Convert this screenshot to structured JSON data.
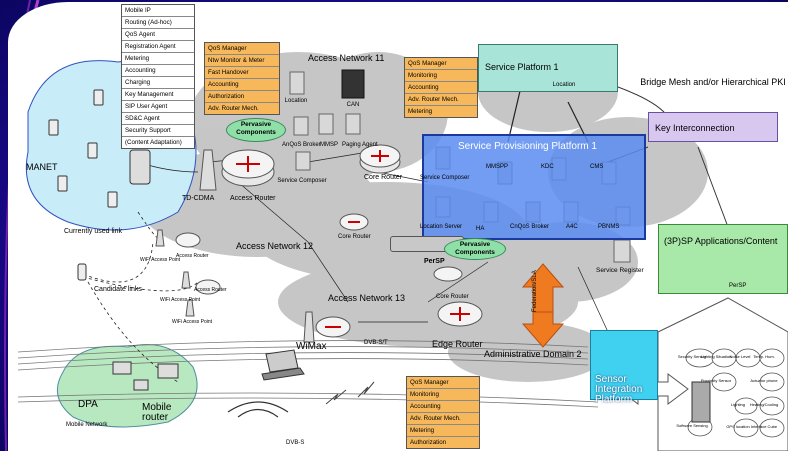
{
  "agent_stack": [
    "Mobile IP",
    "Routing (Ad-hoc)",
    "QoS Agent",
    "Registration Agent",
    "Metering",
    "Accounting",
    "Charging",
    "Key Management",
    "SIP User Agent",
    "SD&C Agent",
    "Security Support",
    "(Content Adaptation)"
  ],
  "access_router_stack": [
    "QoS Manager",
    "Ntw Monitor & Meter",
    "Fast Handover",
    "Accounting",
    "Authorization",
    "Adv. Router Mech."
  ],
  "core_router_stack": [
    "QoS Manager",
    "Monitoring",
    "Accounting",
    "Adv. Router Mech.",
    "Metering"
  ],
  "edge_router_stack": [
    "QoS Manager",
    "Monitoring",
    "Accounting",
    "Adv. Router Mech.",
    "Metering",
    "Authorization"
  ],
  "labels": {
    "manet": "MANET",
    "currently_used_link": "Currently used link",
    "candidate_links": "Candidate links",
    "td_cdma": "TD-CDMA",
    "access_router": "Access Router",
    "access_network_11": "Access Network 11",
    "access_network_12": "Access Network 12",
    "access_network_13": "Access Network 13",
    "pervasive_components": "Pervasive Components",
    "location": "Location",
    "can": "CAN",
    "anqos_broker": "AnQoS Broker",
    "mmsp": "MMSP",
    "paging_agent": "Paging Agent",
    "service_composer": "Service Composer",
    "core_router": "Core Router",
    "core_router_2": "Core Router",
    "wifi_ap_1": "WiFi Access Point",
    "access_router_small": "Access Router",
    "wifi_ap_2": "WiFi Access Point",
    "access_router_small_2": "Access Router",
    "wifi_ap_3": "WiFi Access Point",
    "wimax": "WiMax",
    "dvb_st": "DVB-S/T",
    "edge_router": "Edge Router",
    "core_router_3": "Core Router",
    "dpa": "DPA",
    "mobile_router": "Mobile router",
    "mobile_network": "Mobile Network",
    "dvb_s": "DVB-S",
    "service_platform_1": "Service Platform 1",
    "location_2": "Location",
    "bridge_mesh": "Bridge Mesh and/or Hierarchical PKI",
    "key_interconnection": "Key Interconnection",
    "spp_title": "Service Provisioning Platform 1",
    "spp_service_composer": "Service Composer",
    "spp_mmspp": "MMSPP",
    "spp_kdc": "KDC",
    "spp_cms": "CMS",
    "spp_location_server": "Location Server",
    "spp_ha": "HA",
    "spp_cnqos": "CnQoS Broker",
    "spp_a4c": "A4C",
    "spp_pbnms": "PBNMS",
    "persp": "PerSP",
    "persp_2": "PerSP",
    "service_register": "Service Register",
    "third_party": "(3P)SP Applications/Content",
    "federation": "Federation/SLA",
    "admin_domain": "Administrative Domain 2",
    "sensor_integration": "Sensor Integration Platform"
  },
  "sensors": [
    "Security Sensor",
    "Lighting Situation",
    "Noise Level",
    "Temp. Hum.",
    "Proximity Sensor",
    "Actuator phone",
    "Lighting",
    "Heating/Cooling",
    "Software Sensing",
    "GPS location",
    "Interface Cube"
  ]
}
